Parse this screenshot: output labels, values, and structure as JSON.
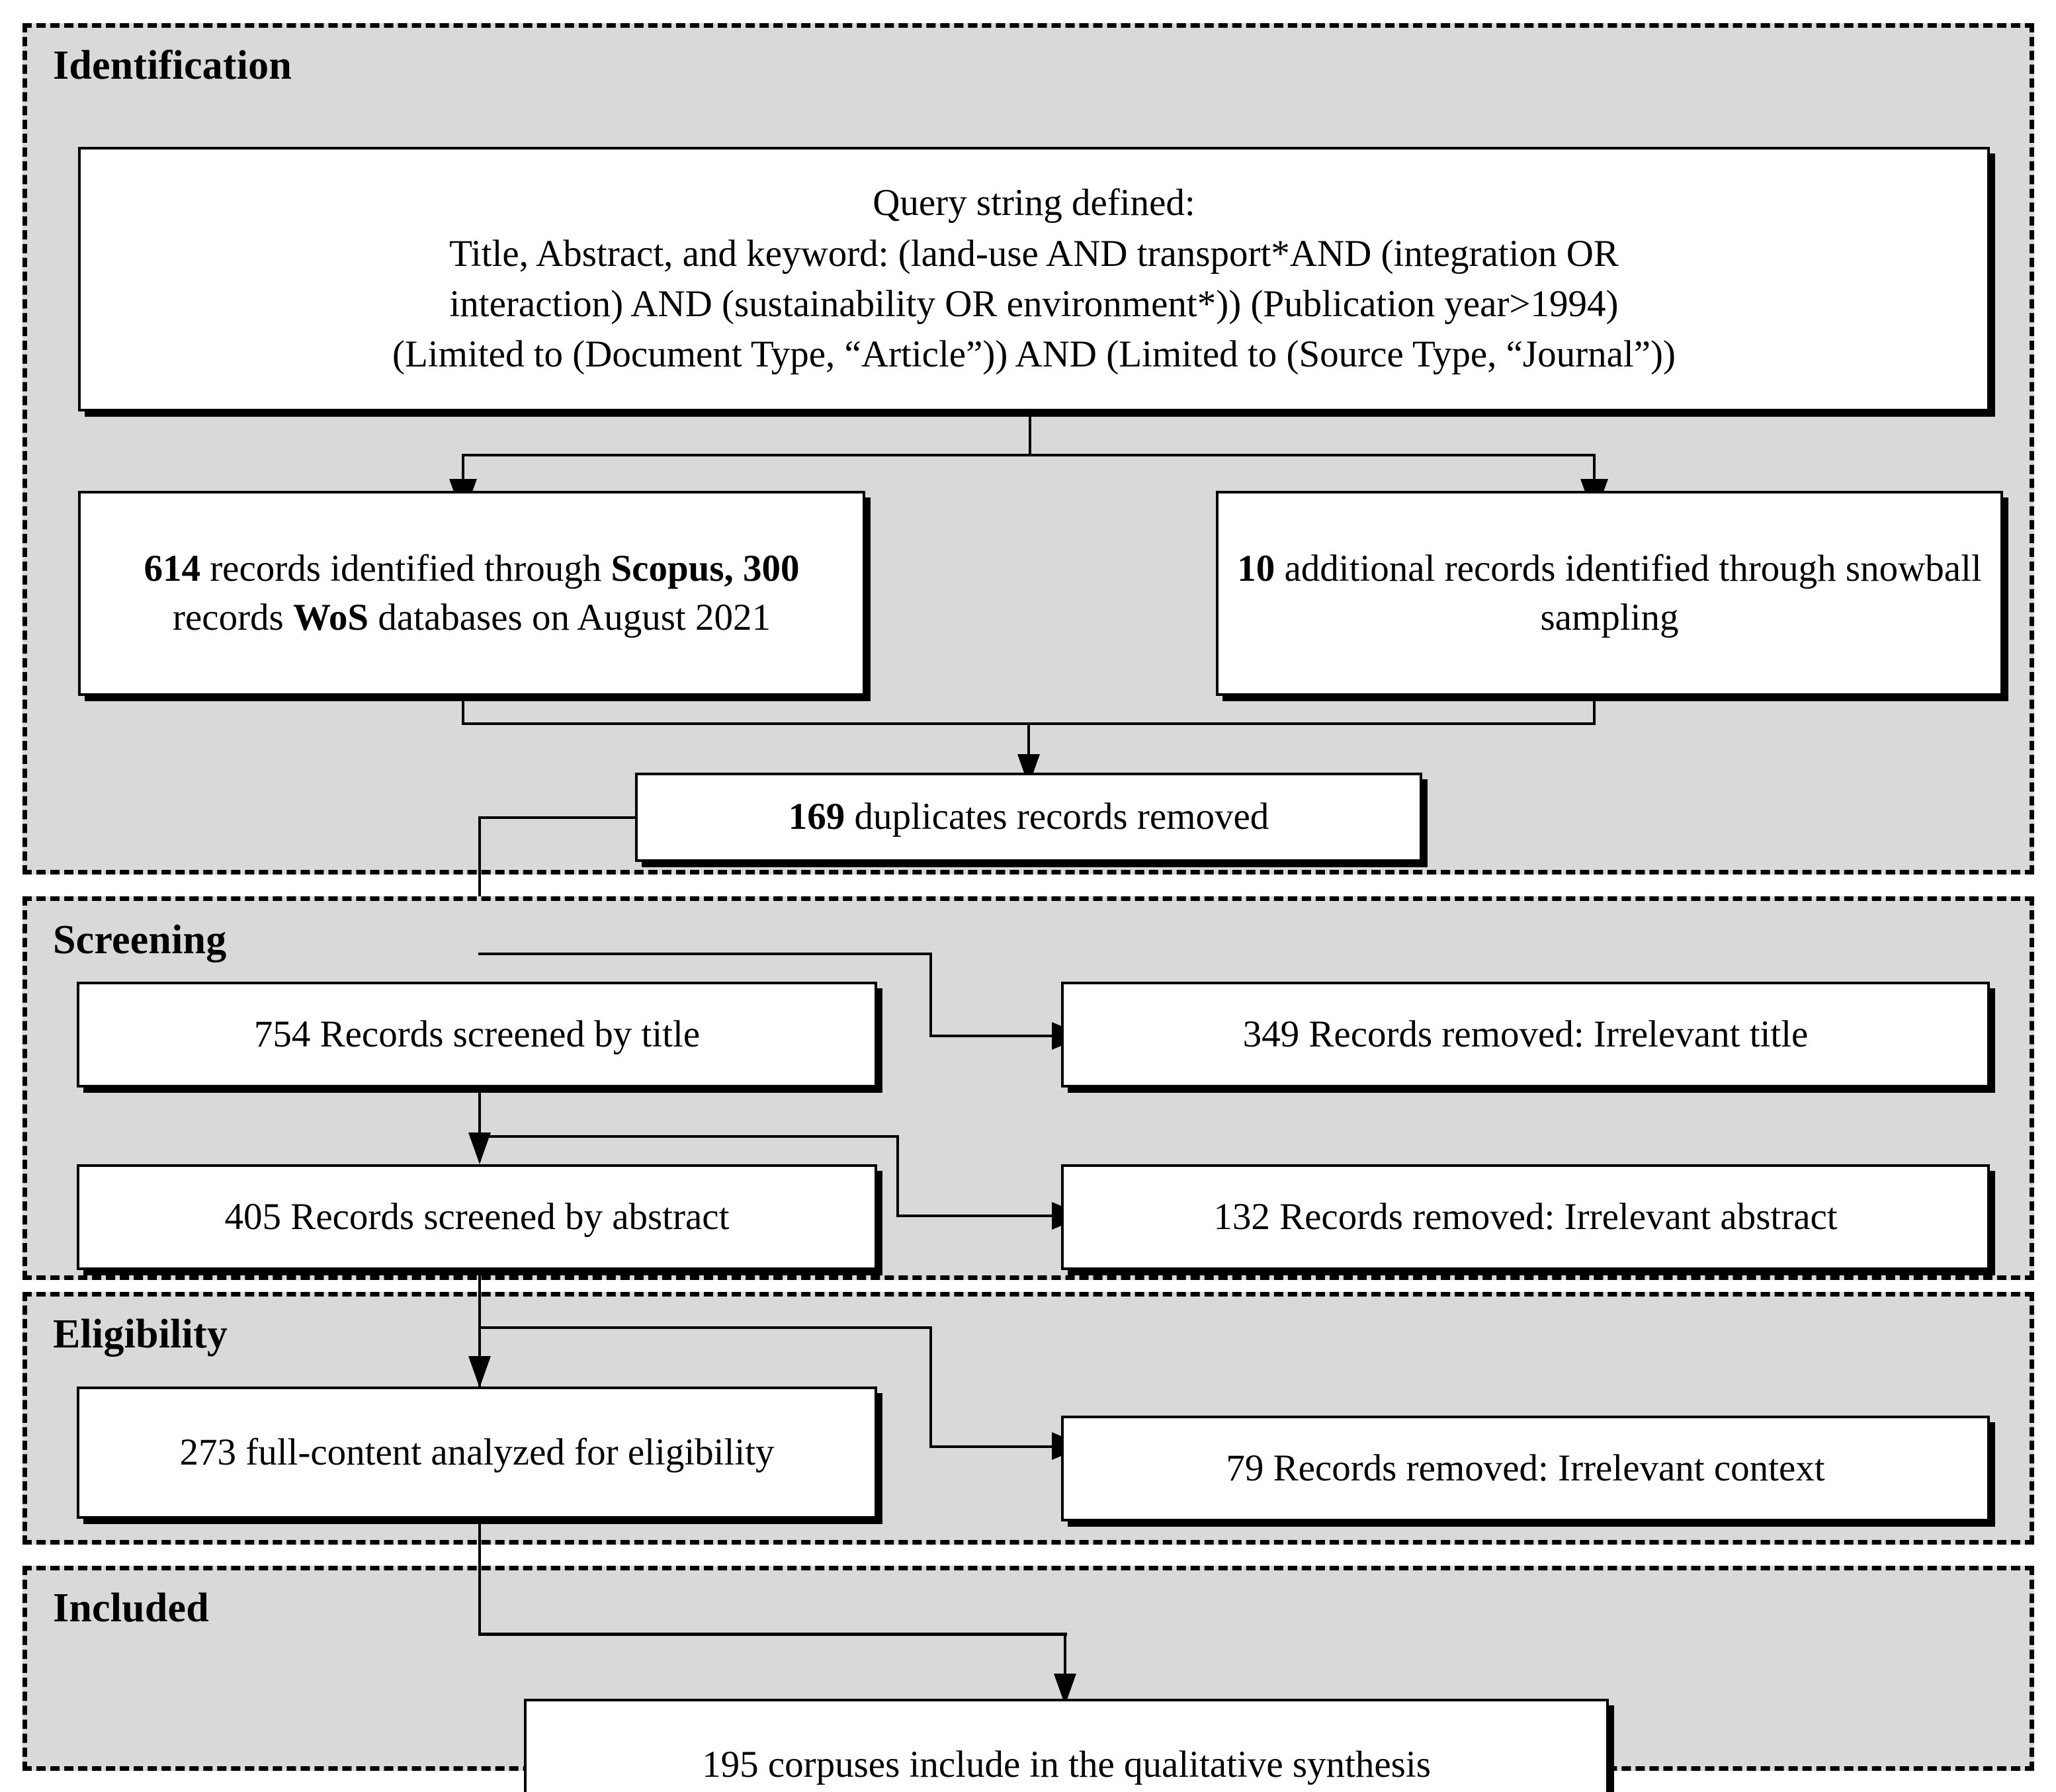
{
  "diagram": {
    "type": "prisma-flow-diagram",
    "title_present": false
  },
  "sections": {
    "identification": {
      "label": "Identification"
    },
    "screening": {
      "label": "Screening"
    },
    "eligibility": {
      "label": "Eligibility"
    },
    "included": {
      "label": "Included"
    }
  },
  "boxes": {
    "query": {
      "line1": "Query string defined:",
      "line2": "Title, Abstract, and keyword: (land-use AND transport*AND (integration OR",
      "line3": "interaction) AND (sustainability OR environment*)) (Publication year>1994)",
      "line4": "(Limited to (Document Type, “Article”)) AND (Limited to (Source Type, “Journal”))"
    },
    "databases": {
      "bold_count": "614",
      "text_a": " records identified through ",
      "bold_sources": "Scopus, 300",
      "text_b": " records ",
      "bold_wos": "WoS",
      "text_c": " databases on August 2021",
      "full": "614 records identified through Scopus, 300 records WoS databases on August 2021"
    },
    "snowball": {
      "bold_count": "10",
      "text": " additional records identified through snowball sampling",
      "full": "10 additional records identified through snowball sampling"
    },
    "duplicates": {
      "bold_count": "169",
      "text": " duplicates records removed",
      "full": "169 duplicates records removed"
    },
    "screened_title": {
      "full": "754 Records screened by title"
    },
    "removed_title": {
      "full": "349 Records removed: Irrelevant title"
    },
    "screened_abstract": {
      "full": "405 Records screened by abstract"
    },
    "removed_abstract": {
      "full": "132 Records removed: Irrelevant abstract"
    },
    "full_content": {
      "full": "273 full-content analyzed for eligibility"
    },
    "removed_context": {
      "full": "79 Records removed: Irrelevant context"
    },
    "included_final": {
      "full": "195 corpuses include in the qualitative synthesis"
    }
  },
  "counts": {
    "scopus_records": 614,
    "wos_records": 300,
    "snowball_records": 10,
    "duplicates_removed": 169,
    "screened_by_title": 754,
    "removed_irrelevant_title": 349,
    "screened_by_abstract": 405,
    "removed_irrelevant_abstract": 132,
    "full_content_analyzed": 273,
    "removed_irrelevant_context": 79,
    "included_in_synthesis": 195
  },
  "colors": {
    "section_background": "#d9d9d9",
    "box_background": "#ffffff",
    "stroke": "#000000",
    "page_background": "#ffffff"
  }
}
